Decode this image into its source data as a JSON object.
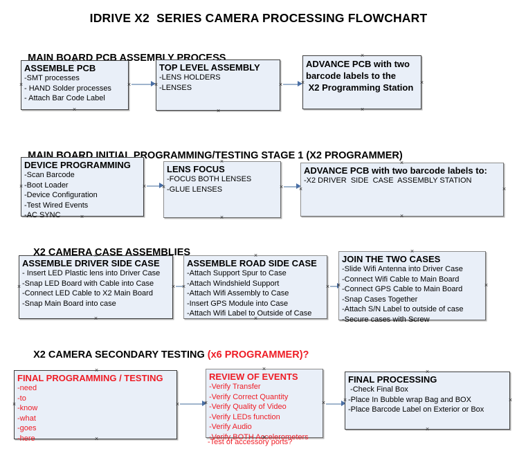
{
  "document": {
    "title": "IDRIVE X2  SERIES CAMERA PROCESSING FLOWCHART"
  },
  "colors": {
    "box_fill": "#e9eff8",
    "box_border": "#3c3c3c",
    "connector": "#9fb4cc",
    "arrowhead": "#4a6fa5",
    "text": "#000000",
    "accent_red": "#ee1c25"
  },
  "sections": [
    {
      "id": "main-board-pcb-assembly-process",
      "heading": "MAIN BOARD PCB ASSEMBLY PROCESS",
      "heading_accent": "",
      "nodes": [
        {
          "id": "assemble-pcb",
          "title": "ASSEMBLE PCB",
          "items": [
            "-SMT processes",
            "- HAND Solder processes",
            "- Attach Bar Code Label"
          ]
        },
        {
          "id": "top-level-assembly",
          "title": "TOP LEVEL ASSEMBLY",
          "items": [
            "-LENS HOLDERS",
            "-LENSES"
          ]
        },
        {
          "id": "advance-pcb-to-x2-programming-station",
          "title": "ADVANCE PCB with two\nbarcode labels to the\n X2 Programming Station",
          "items": []
        }
      ]
    },
    {
      "id": "main-board-initial-programming",
      "heading": "MAIN BOARD INITIAL PROGRAMMING/TESTING STAGE 1 (X2 PROGRAMMER)",
      "heading_accent": "",
      "nodes": [
        {
          "id": "device-programming",
          "title": "DEVICE PROGRAMMING",
          "items": [
            "-Scan Barcode",
            "-Boot Loader",
            "-Device Configuration",
            "-Test Wired Events",
            "-AC SYNC"
          ]
        },
        {
          "id": "lens-focus",
          "title": "LENS FOCUS",
          "items": [
            "-FOCUS BOTH LENSES",
            "-GLUE LENSES"
          ]
        },
        {
          "id": "advance-pcb-to-driver-side-case-assembly",
          "title": "ADVANCE PCB with two barcode labels to:",
          "items": [
            "-X2 DRIVER  SIDE  CASE  ASSEMBLY STATION"
          ]
        }
      ]
    },
    {
      "id": "x2-camera-case-assemblies",
      "heading": "X2 CAMERA CASE ASSEMBLIES",
      "heading_accent": "",
      "nodes": [
        {
          "id": "assemble-driver-side-case",
          "title": "ASSEMBLE DRIVER SIDE CASE",
          "items": [
            "- Insert LED Plastic lens into Driver Case",
            "-Snap LED Board with Cable into Case",
            "-Connect LED Cable to X2 Main Board",
            "-Snap Main Board into case"
          ]
        },
        {
          "id": "assemble-road-side-case",
          "title": "ASSEMBLE ROAD SIDE CASE",
          "items": [
            "-Attach Support Spur to Case",
            "-Attach Windshield Support",
            "-Attach Wifi Assembly to Case",
            "-Insert GPS Module into Case",
            "-Attach Wifi Label to Outside of Case"
          ]
        },
        {
          "id": "join-the-two-cases",
          "title": "JOIN THE TWO CASES",
          "items": [
            "-Slide Wifi Antenna into Driver Case",
            "-Connect Wifi Cable to Main Board",
            "-Connect GPS Cable to Main Board",
            "-Snap Cases Together",
            "-Attach S/N Label to outside of case",
            "-Secure cases with Screw"
          ]
        }
      ]
    },
    {
      "id": "x2-camera-secondary-testing",
      "heading": "X2 CAMERA SECONDARY TESTING ",
      "heading_accent": "(x6 PROGRAMMER)?",
      "nodes": [
        {
          "id": "final-programming-testing",
          "title": "FINAL PROGRAMMING / TESTING",
          "items": [
            "-need",
            "-to",
            "-know",
            "-what",
            "-goes",
            "-here"
          ]
        },
        {
          "id": "review-of-events",
          "title": "REVIEW OF EVENTS",
          "items": [
            "-Verify Transfer",
            "-Verify Correct Quantity",
            "-Verify Quality of Video",
            "-Verify LEDs function",
            "-Verify Audio",
            "-Verify BOTH Accelerometers"
          ],
          "overflow_item": "-Test of accessory ports?"
        },
        {
          "id": "final-processing",
          "title": "FINAL PROCESSING",
          "items": [
            " -Check Final Box",
            "-Place In Bubble wrap Bag and BOX",
            "-Place Barcode Label on Exterior or Box"
          ]
        }
      ]
    }
  ]
}
